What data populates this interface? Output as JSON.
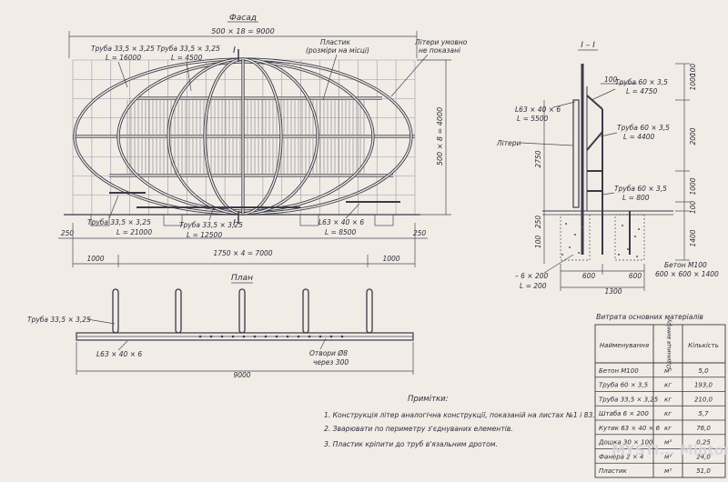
{
  "facade": {
    "title": "Фасад",
    "dim_top": "500 × 18 = 9000",
    "dim_right": "500 × 8 = 4000",
    "dim_bottom_center": "1750 × 4 = 7000",
    "dim_bottom_left": "1000",
    "dim_bottom_right": "1000",
    "dim_250_left": "250",
    "dim_250_right": "250",
    "section_mark": "I",
    "labels": {
      "pipe1_name": "Труба 33,5 × 3,25",
      "pipe1_len": "L = 16000",
      "pipe2_name": "Труба 33,5 × 3,25",
      "pipe2_len": "L = 4500",
      "plastic_name": "Пластик",
      "plastic_note": "(розміри на місці)",
      "letters_note_1": "Літери умовно",
      "letters_note_2": "не показані",
      "pipe3_name": "Труба 33,5 × 3,25",
      "pipe3_len": "L = 21000",
      "pipe4_name": "Труба 33,5 × 3,25",
      "pipe4_len": "L = 12500",
      "angle_name": "L63 × 40 × 6",
      "angle_len": "L = 8500"
    }
  },
  "section": {
    "title": "I – I",
    "pipe_a_name": "Труба 60 × 3,5",
    "pipe_a_len": "L = 4750",
    "angle_name": "L63 × 40 × 6",
    "angle_len": "L = 5500",
    "pipe_b_name": "Труба 60 × 3,5",
    "pipe_b_len": "L = 4400",
    "letters": "Літери",
    "pipe_c_name": "Труба 60 × 3,5",
    "pipe_c_len": "L = 800",
    "strip_name": "– 6 × 200",
    "strip_len": "L = 200",
    "concrete_name": "Бетон М100",
    "concrete_size": "600 × 600 × 1400",
    "dim_100_top": "100",
    "dim_1000_top": "1000",
    "dim_2000": "2000",
    "dim_1000_mid": "1000",
    "dim_100_low": "100",
    "dim_2750": "2750",
    "dim_250": "250",
    "dim_100_ground": "100",
    "dim_1400": "1400",
    "dim_600_left": "600",
    "dim_600_right": "600",
    "dim_1300": "1300",
    "dim_100_head": "100"
  },
  "plan": {
    "title": "План",
    "pipe_name": "Труба 33,5 × 3,25",
    "angle_name": "L63 × 40 × 6",
    "holes_name": "Отвори Ø8",
    "holes_step": "через 300",
    "dim_total": "9000"
  },
  "notes": {
    "title": "Примітки:",
    "items": [
      "1. Конструкція літер аналогічна конструкції, показаній на листах №1 і 83.",
      "2. Зварювати по периметру з'єднуваних елементів.",
      "3. Пластик кріпити до труб в'язальним дротом."
    ]
  },
  "materials": {
    "title": "Витрата основних матеріалів",
    "headers": [
      "Найменування",
      "Одиниця виміру",
      "Кількість"
    ],
    "rows": [
      [
        "Бетон М100",
        "м³",
        "5,0"
      ],
      [
        "Труба 60 × 3,5",
        "кг",
        "193,0"
      ],
      [
        "Труба 33,5 × 3,25",
        "кг",
        "210,0"
      ],
      [
        "Штаба 6 × 200",
        "кг",
        "5,7"
      ],
      [
        "Кутик 63 × 40 × 6",
        "кг",
        "76,0"
      ],
      [
        "Дошка 30 × 100",
        "м³",
        "0,25"
      ],
      [
        "Фанера 2 × 4",
        "м²",
        "24,0"
      ],
      [
        "Пластик",
        "м²",
        "51,0"
      ]
    ]
  },
  "watermark": "MYSTI... Mintorg..."
}
